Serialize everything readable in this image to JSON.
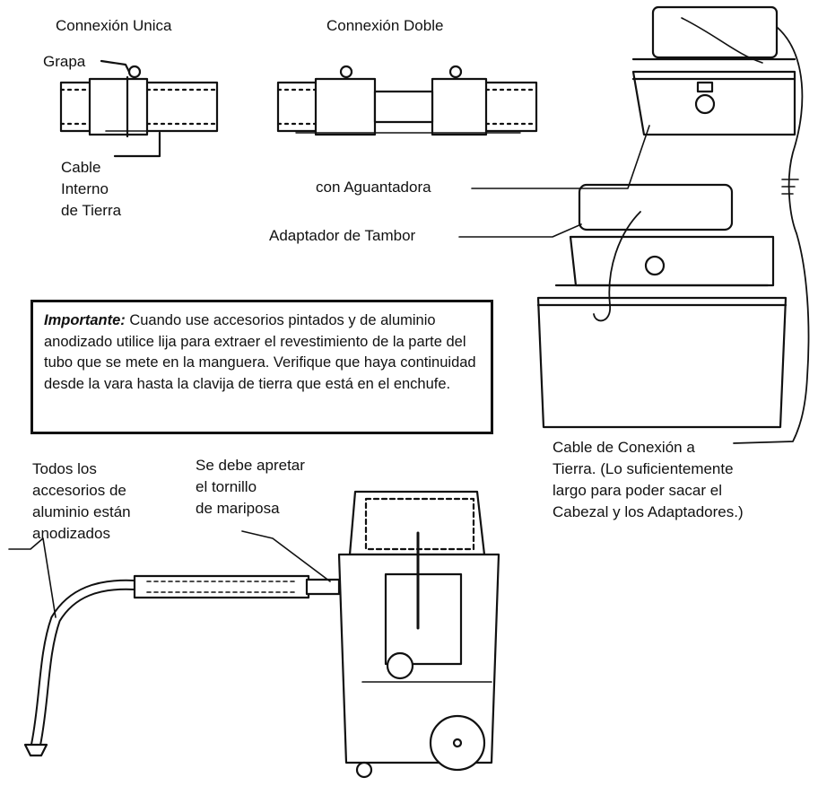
{
  "labels": {
    "connexion_unica": "Connexión Unica",
    "connexion_doble": "Connexión Doble",
    "grapa": "Grapa",
    "cable_interno": [
      "Cable",
      "Interno",
      "de Tierra"
    ],
    "con_aguantadora": "con Aguantadora",
    "adaptador_tambor": "Adaptador de Tambor",
    "cable_conexion": [
      "Cable de Conexión a",
      "Tierra. (Lo suficientemente",
      "largo para poder sacar el",
      "Cabezal y los Adaptadores.)"
    ],
    "todos_accesorios": [
      "Todos los",
      "accesorios de",
      "aluminio están",
      "anodizados"
    ],
    "apretar_tornillo": [
      "Se debe apretar",
      "el tornillo",
      "de mariposa"
    ]
  },
  "note": {
    "heading": "Importante:",
    "body": "Cuando use accesorios pintados y de aluminio anodizado utilice lija para extraer el revestimiento de la parte del tubo que se mete en la manguera. Verifique que haya continuidad desde la vara hasta la clavija de tierra que está en el enchufe."
  },
  "colors": {
    "ink": "#111111",
    "paper": "#ffffff"
  }
}
